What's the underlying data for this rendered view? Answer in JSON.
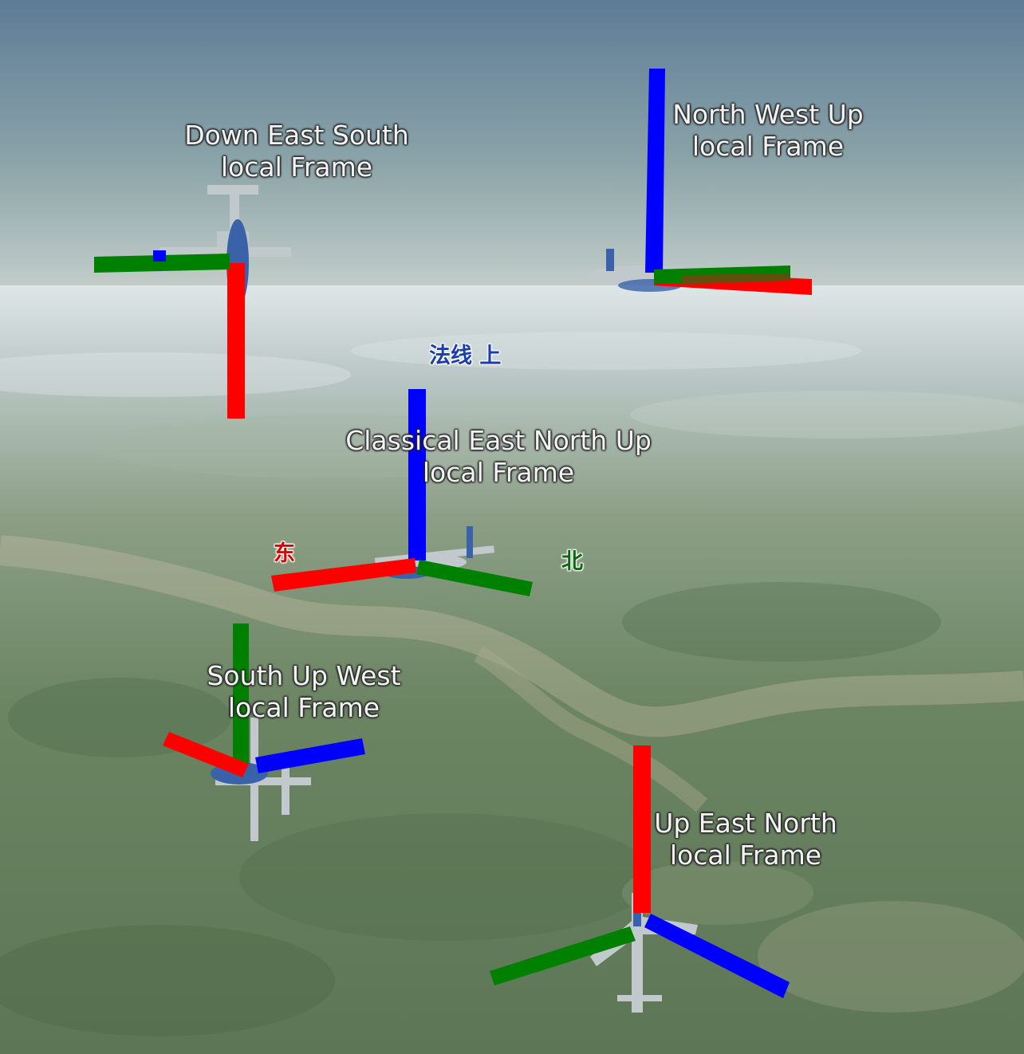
{
  "colors": {
    "sky_top": "#5e7b96",
    "sky_horizon": "#c3cdc9",
    "ground_haze": "#dfe6e8",
    "ground": "#5f7a5a",
    "axis_red": "#ff0000",
    "axis_green": "#008000",
    "axis_blue": "#0000ff",
    "aircraft_body": "#c2c9cc",
    "aircraft_accent": "#3a62a8"
  },
  "frames": [
    {
      "id": "down-east-south",
      "line1": "Down East South",
      "line2": "local Frame"
    },
    {
      "id": "north-west-up",
      "line1": "North West Up",
      "line2": "local Frame"
    },
    {
      "id": "classical-east-north-up",
      "line1": "Classical East North Up",
      "line2": "local Frame"
    },
    {
      "id": "south-up-west",
      "line1": "South Up West",
      "line2": "local Frame"
    },
    {
      "id": "up-east-north",
      "line1": "Up East North",
      "line2": "local Frame"
    }
  ],
  "axis_tags": {
    "up": {
      "text": "法线 上",
      "color": "#1b3ea8"
    },
    "east": {
      "text": "东",
      "color": "#e00000"
    },
    "north": {
      "text": "北",
      "color": "#106610"
    }
  }
}
